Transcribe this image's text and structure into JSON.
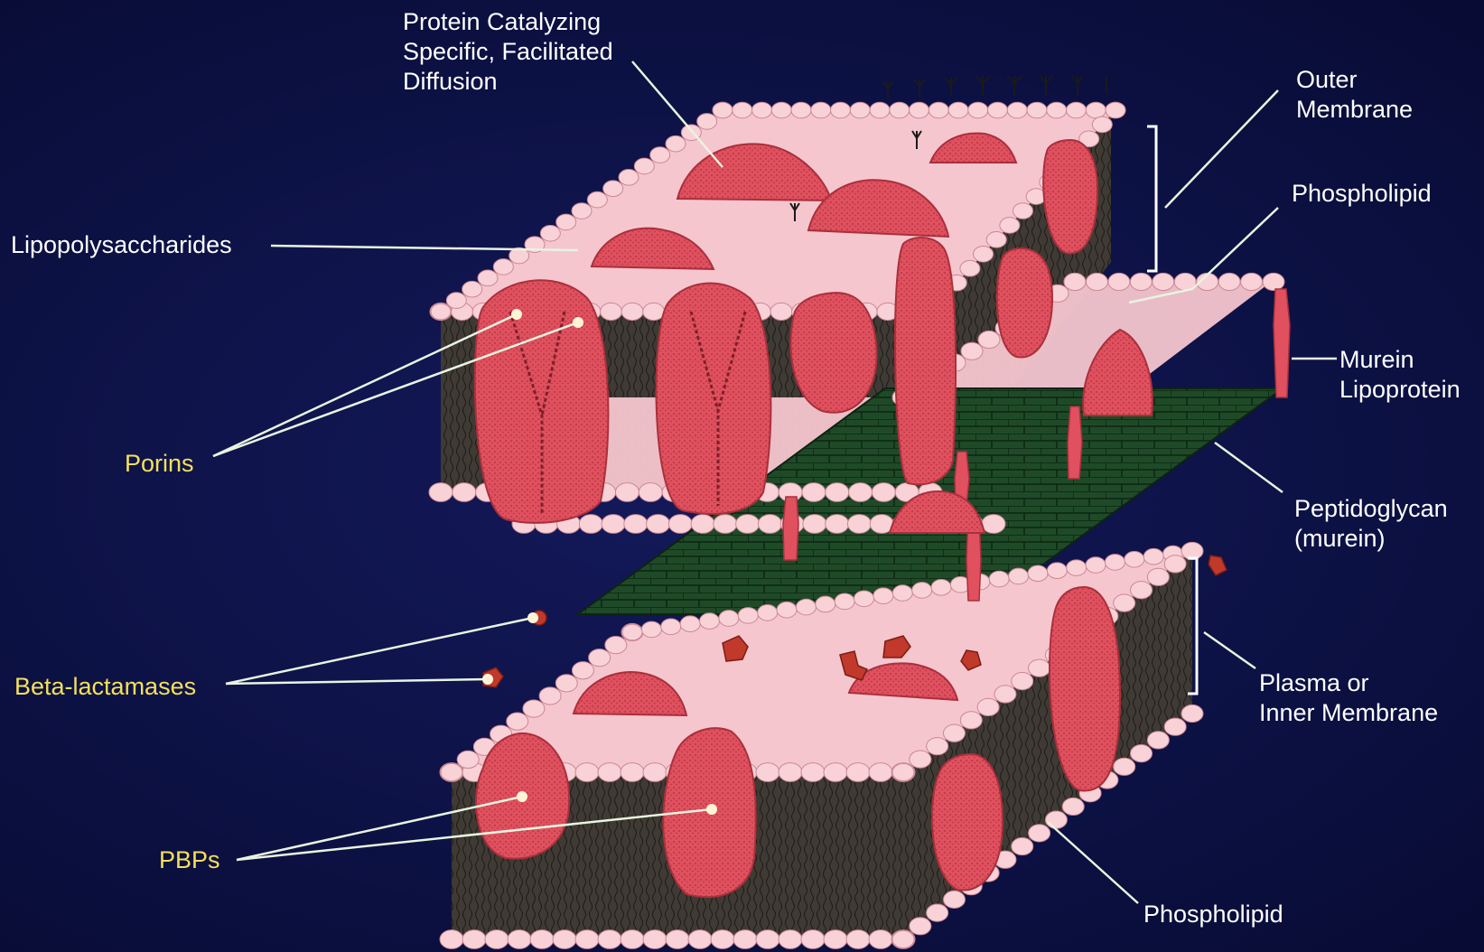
{
  "labels": {
    "protein_catalyzing": "Protein Catalyzing\nSpecific, Facilitated\nDiffusion",
    "outer_membrane": "Outer\nMembrane",
    "phospholipid_top": "Phospholipid",
    "lipopolysaccharides": "Lipopolysaccharides",
    "murein_lipoprotein": "Murein\nLipoprotein",
    "porins": "Porins",
    "peptidoglycan": "Peptidoglycan\n(murein)",
    "beta_lactamases": "Beta-lactamases",
    "plasma_membrane": "Plasma or\nInner Membrane",
    "pbps": "PBPs",
    "phospholipid_bottom": "Phospholipid"
  },
  "colors": {
    "background": "#0d1246",
    "membrane_surface": "#f6c6cf",
    "membrane_edge": "#3f3a34",
    "head_bead": "#f9d2d8",
    "protein": "#e0505e",
    "protein_dark": "#b83a48",
    "peptidoglycan": "#1f4a28",
    "leader_line": "#e8f4e0",
    "label_white": "#ffffff",
    "label_yellow": "#f4e05a"
  }
}
